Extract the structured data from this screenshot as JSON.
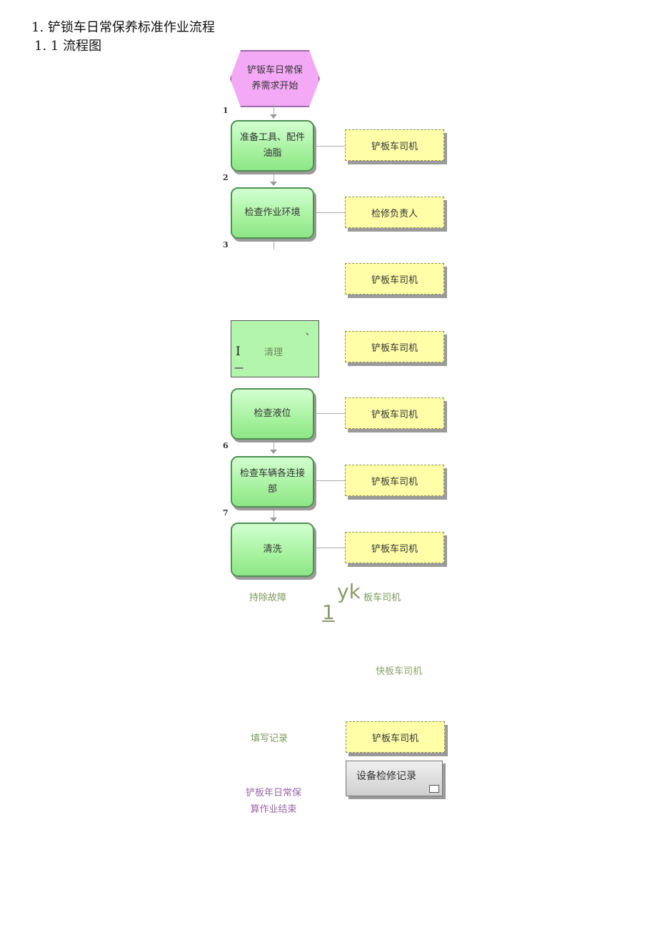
{
  "headings": {
    "h1": "1. 铲锁车日常保养标准作业流程",
    "h2": "1. 1 流程图"
  },
  "flow": {
    "start": "铲钣车日常保养需求开始",
    "steps": [
      {
        "num": "1",
        "label": "准备工具、配件油脂",
        "role": "铲板车司机"
      },
      {
        "num": "2",
        "label": "检查作业环境",
        "role": "检修负责人"
      },
      {
        "num": "3",
        "role": "铲板车司机"
      },
      {
        "label": "清理",
        "role": "铲板车司机",
        "mark_a": "I",
        "mark_b": "一",
        "mark_c": "、"
      },
      {
        "num": "6",
        "label": "检查液位",
        "role": "铲板车司机"
      },
      {
        "num": "7",
        "label": "检查车辆各连接部",
        "role": "铲板车司机"
      },
      {
        "label": "清洗",
        "role": "铲板车司机"
      }
    ],
    "faded": {
      "step_label": "持除故障",
      "mark_yk": "yk",
      "role_partial": "板车司机",
      "mark_1": "1",
      "role2": "快板车司机"
    },
    "record": {
      "label": "填写记录",
      "role": "铲板车司机",
      "doc": "设备检修记录"
    },
    "end": "铲板年日常保算作业结束"
  },
  "colors": {
    "start_fill": "#f3a9f5",
    "step_fill": "#a7f29f",
    "role_fill": "#ffffa8",
    "record_fill": "#d9d9d9",
    "end_text": "#9a64a8"
  }
}
